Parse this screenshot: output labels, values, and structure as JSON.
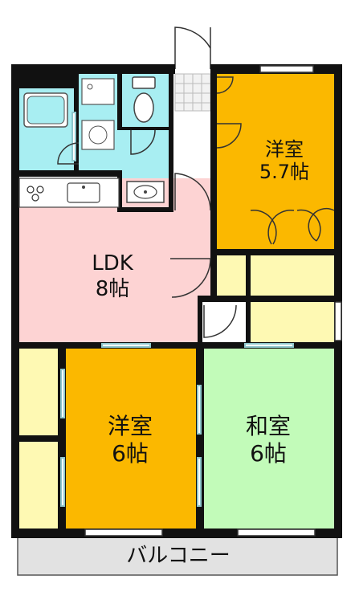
{
  "colors": {
    "wall": "#111111",
    "wet": "#a8eef2",
    "western_room": "#fbb800",
    "ldk": "#fdd3d3",
    "japanese_room": "#c2fbb9",
    "storage": "#fef9b3",
    "corridor": "#ffffff",
    "balcony": "#e2e2e2",
    "sliding_door": "#8ec6cc"
  },
  "rooms": {
    "western_room_north": {
      "name": "洋室",
      "size": "5.7帖"
    },
    "ldk": {
      "name": "LDK",
      "size": "8帖"
    },
    "western_room_south": {
      "name": "洋室",
      "size": "6帖"
    },
    "japanese_room": {
      "name": "和室",
      "size": "6帖"
    },
    "balcony": {
      "name": "バルコニー"
    }
  }
}
